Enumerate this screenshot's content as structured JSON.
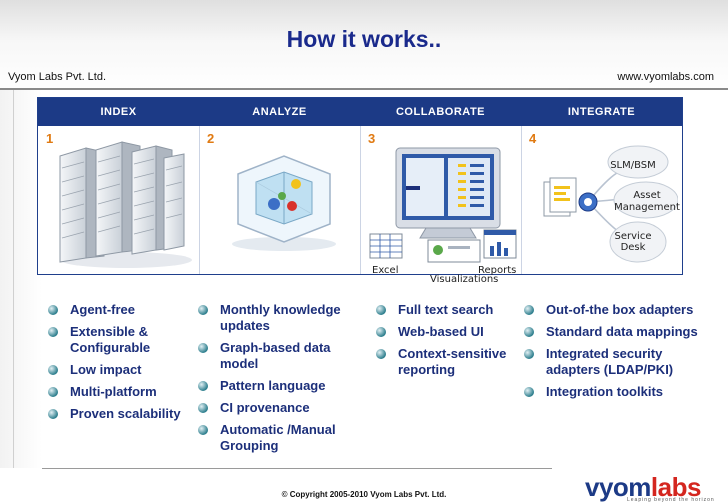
{
  "header": {
    "title": "How it works..",
    "company": "Vyom Labs Pvt. Ltd.",
    "website": "www.vyomlabs.com"
  },
  "stages": [
    {
      "number": "1",
      "label": "INDEX"
    },
    {
      "number": "2",
      "label": "ANALYZE"
    },
    {
      "number": "3",
      "label": "COLLABORATE"
    },
    {
      "number": "4",
      "label": "INTEGRATE"
    }
  ],
  "diagram_captions": {
    "excel": "Excel",
    "visualizations": "Visualizations",
    "reports": "Reports",
    "slm_bsm": "SLM/BSM",
    "asset_line1": "Asset",
    "asset_line2": "Management",
    "service_line1": "Service",
    "service_line2": "Desk"
  },
  "columns": [
    {
      "items": [
        "Agent-free",
        "Extensible & Configurable",
        "Low impact",
        "Multi-platform",
        "Proven scalability"
      ]
    },
    {
      "items": [
        "Monthly knowledge updates",
        "Graph-based data model",
        "Pattern language",
        "CI provenance",
        "Automatic /Manual Grouping"
      ]
    },
    {
      "items": [
        "Full text search",
        "Web-based UI",
        "Context-sensitive reporting"
      ]
    },
    {
      "items": [
        "Out-of-the box adapters",
        "Standard data mappings",
        "Integrated security adapters (LDAP/PKI)",
        "Integration toolkits"
      ]
    }
  ],
  "footer": {
    "copyright": "© Copyright 2005-2010 Vyom Labs Pvt. Ltd.",
    "logo_part1": "vyom",
    "logo_part2": "labs",
    "tagline": "Leaping beyond the horizon"
  },
  "colors": {
    "title": "#1a2a8c",
    "stage_bar": "#1c3a86",
    "stage_number": "#e07a12",
    "bullet_text": "#1c2f7a",
    "logo_red": "#d4261f"
  },
  "icons": [
    "server-rack-icon",
    "analysis-cube-icon",
    "monitor-dashboard-icon",
    "integration-hub-icon",
    "bullet-icon"
  ]
}
